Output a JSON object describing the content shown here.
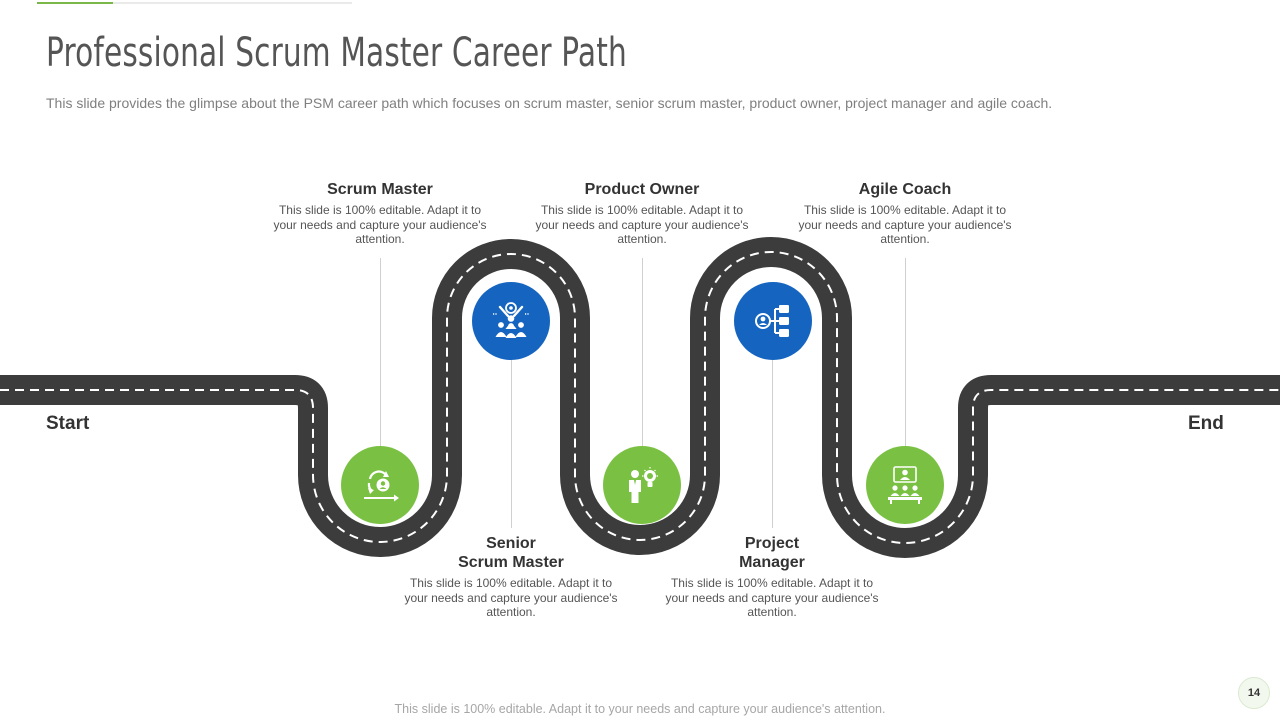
{
  "slide": {
    "title": "Professional Scrum Master Career Path",
    "subtitle": "This slide provides the glimpse about the PSM career path which focuses on scrum master, senior scrum master, product owner, project manager and agile coach.",
    "start_label": "Start",
    "end_label": "End",
    "footer": "This slide is 100% editable. Adapt it to your needs and capture your audience's attention.",
    "page_number": "14"
  },
  "colors": {
    "road": "#3c3c3c",
    "green_accent": "#7ac143",
    "blue_accent": "#1565c0"
  },
  "stages": [
    {
      "title": "Scrum Master",
      "description": "This slide is 100% editable. Adapt it to your needs and capture your audience's attention.",
      "icon": "scrum-cycle-icon"
    },
    {
      "title": "Senior\nScrum Master",
      "description": "This slide is 100% editable. Adapt it to your needs and capture your audience's attention.",
      "icon": "team-leader-icon"
    },
    {
      "title": "Product Owner",
      "description": "This slide is 100% editable. Adapt it to your needs and capture your audience's attention.",
      "icon": "idea-person-icon"
    },
    {
      "title": "Project\nManager",
      "description": "This slide is 100% editable. Adapt it to your needs and capture your audience's attention.",
      "icon": "org-chart-icon"
    },
    {
      "title": "Agile Coach",
      "description": "This slide is 100% editable. Adapt it to your needs and capture your audience's attention.",
      "icon": "presenter-icon"
    }
  ]
}
